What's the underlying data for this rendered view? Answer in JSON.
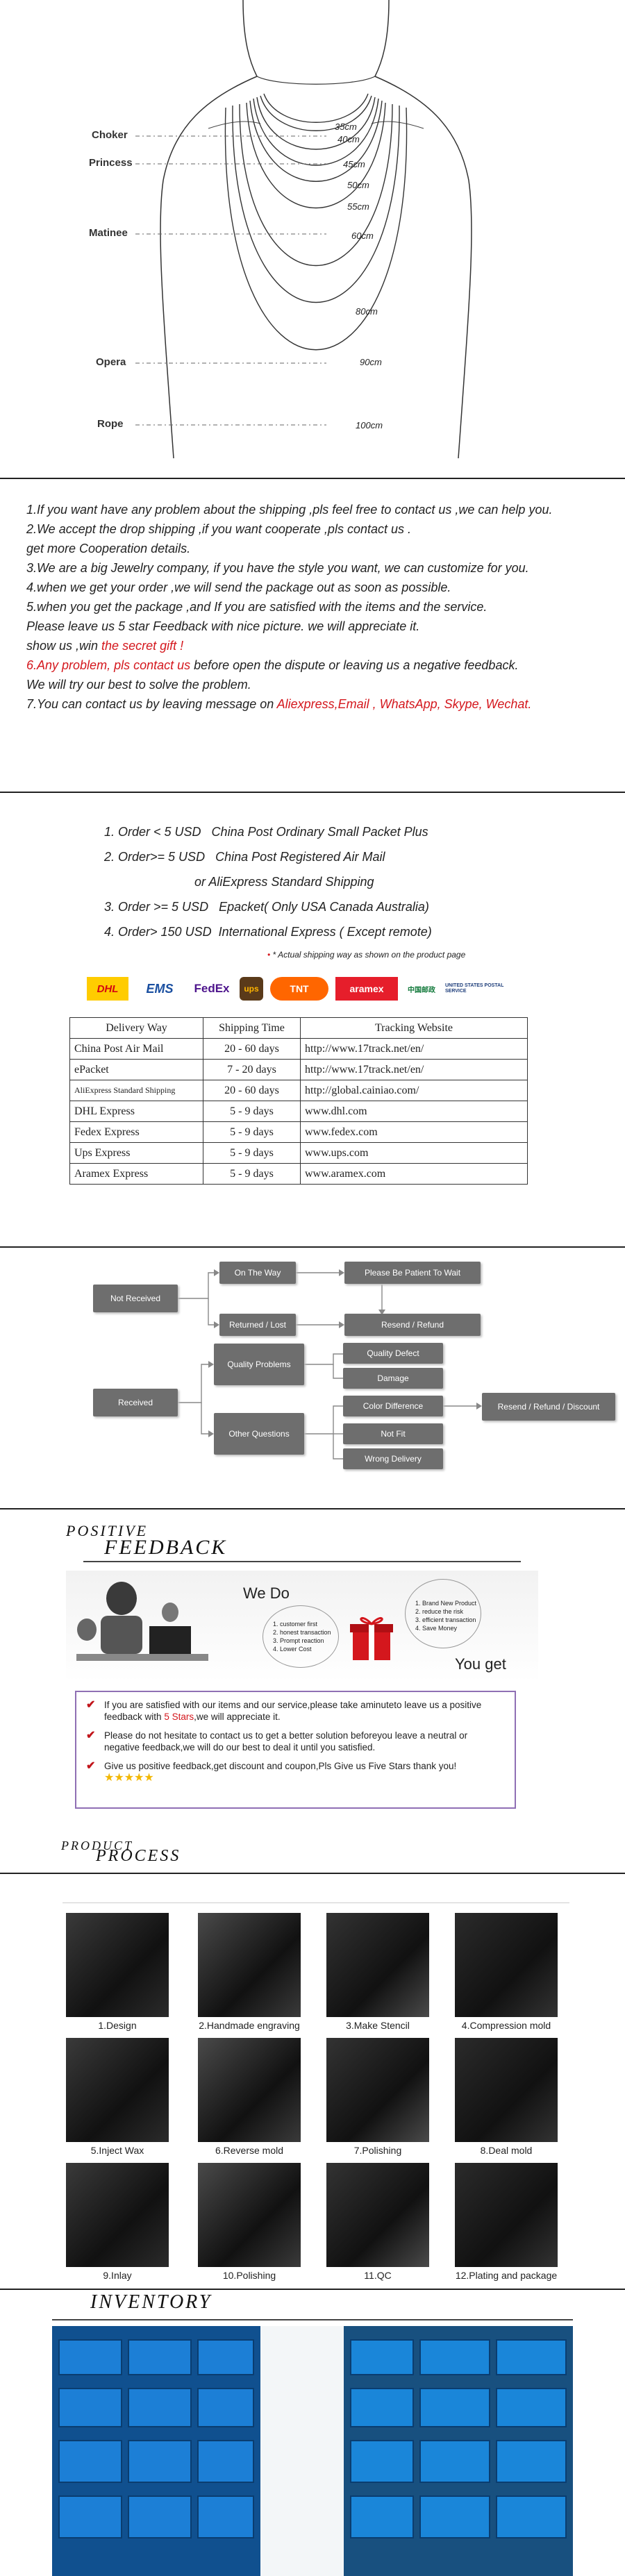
{
  "necklace_chart": {
    "styles": [
      "Choker",
      "Princess",
      "Matinee",
      "Opera",
      "Rope"
    ],
    "lengths": [
      "35cm",
      "40cm",
      "45cm",
      "50cm",
      "55cm",
      "60cm",
      "80cm",
      "90cm",
      "100cm"
    ]
  },
  "policy": {
    "lines": [
      {
        "parts": [
          {
            "t": "1.If you want have any problem about the shipping ,pls feel free to contact us ,we can help you."
          }
        ]
      },
      {
        "parts": [
          {
            "t": "2.We accept the drop shipping ,if you want cooperate ,pls contact us ."
          }
        ]
      },
      {
        "parts": [
          {
            "t": "   get more Cooperation details."
          }
        ]
      },
      {
        "parts": [
          {
            "t": "3.We are a big Jewelry company, if you have the style you want, we can customize for you."
          }
        ]
      },
      {
        "parts": [
          {
            "t": "4.when we get your order ,we will send the  package out as soon as possible."
          }
        ]
      },
      {
        "parts": [
          {
            "t": "5.when you get the package ,and If you are satisfied with the items and the service."
          }
        ]
      },
      {
        "parts": [
          {
            "t": "Please leave us 5 star Feedback with nice picture. we will appreciate it."
          }
        ]
      },
      {
        "parts": [
          {
            "t": "show us ,win "
          },
          {
            "t": "the secret gift !",
            "red": true
          }
        ]
      },
      {
        "parts": [
          {
            "t": "6.",
            "red": true
          },
          {
            "t": "Any problem, pls contact us",
            "red": true
          },
          {
            "t": " before open the dispute or leaving us a negative feedback."
          }
        ]
      },
      {
        "parts": [
          {
            "t": " We will try our best to solve  the problem."
          }
        ]
      },
      {
        "parts": [
          {
            "t": "7.You can contact us by leaving message on "
          },
          {
            "t": "Aliexpress,Email , WhatsApp, Skype, Wechat.",
            "red": true
          }
        ]
      }
    ]
  },
  "shipping": {
    "lines": [
      "1. Order < 5 USD   China Post Ordinary Small Packet Plus",
      "2. Order>= 5 USD   China Post Registered Air Mail",
      "                          or AliExpress Standard Shipping",
      "3. Order >= 5 USD   Epacket( Only USA Canada Australia)",
      "4. Order> 150 USD  International Express ( Except remote)"
    ],
    "note": "* Actual shipping way as shown on the product page",
    "logos": [
      "DHL",
      "EMS",
      "FedEx",
      "ups",
      "TNT",
      "aramex",
      "中国邮政",
      "UNITED STATES POSTAL SERVICE"
    ],
    "headers": [
      "Delivery Way",
      "Shipping Time",
      "Tracking Website"
    ],
    "rows": [
      [
        "China Post Air Mail",
        "20 - 60 days",
        "http://www.17track.net/en/"
      ],
      [
        "ePacket",
        "7 - 20 days",
        "http://www.17track.net/en/"
      ],
      [
        "AliExpress Standard Shipping",
        "20 - 60 days",
        "http://global.cainiao.com/"
      ],
      [
        "DHL Express",
        "5 - 9 days",
        "www.dhl.com"
      ],
      [
        "Fedex Express",
        "5 - 9 days",
        "www.fedex.com"
      ],
      [
        "Ups Express",
        "5 - 9 days",
        "www.ups.com"
      ],
      [
        "Aramex Express",
        "5 - 9 days",
        "www.aramex.com"
      ]
    ]
  },
  "flow": {
    "not_received": "Not Received",
    "on_the_way": "On The Way",
    "be_patient": "Please Be Patient To Wait",
    "returned_lost": "Returned / Lost",
    "resend_refund": "Resend / Refund",
    "received": "Received",
    "quality_problems": "Quality Problems",
    "quality_defect": "Quality Defect",
    "damage": "Damage",
    "other_questions": "Other Questions",
    "color_difference": "Color Difference",
    "not_fit": "Not Fit",
    "wrong_delivery": "Wrong Delivery",
    "resend_refund_discount": "Resend / Refund / Discount"
  },
  "feedback": {
    "title1": "POSITIVE",
    "title2": "FEEDBACK",
    "we_do": "We Do",
    "we_do_list": [
      "1. customer first",
      "2. honest transaction",
      "3. Prompt reaction",
      "4. Lower Cost"
    ],
    "you_get": "You get",
    "you_get_list": [
      "1. Brand New Product",
      "2. reduce the risk",
      "3. efficient transaction",
      "4. Save Money"
    ],
    "items": [
      {
        "parts": [
          {
            "t": "If you are satisfied with our items and our service,please take aminuteto leave us a positive feedback with "
          },
          {
            "t": "5 Stars",
            "red": true
          },
          {
            "t": ",we will appreciate it."
          }
        ]
      },
      {
        "parts": [
          {
            "t": "Please do not hesitate to contact us to get a better solution beforeyou leave a neutral or negative feedback,we will do our best to deal it until you satisfied."
          }
        ]
      },
      {
        "parts": [
          {
            "t": "Give us positive feedback,get discount and coupon,Pls Give us Five Stars thank you!"
          }
        ]
      }
    ]
  },
  "process": {
    "title1": "PRODUCT",
    "title2": "PROCESS",
    "steps": [
      "1.Design",
      "2.Handmade engraving",
      "3.Make Stencil",
      "4.Compression mold",
      "5.Inject Wax",
      "6.Reverse mold",
      "7.Polishing",
      "8.Deal mold",
      "9.Inlay",
      "10.Polishing",
      "11.QC",
      "12.Plating and package"
    ]
  },
  "inventory": {
    "title": "INVENTORY"
  },
  "colors": {
    "accent_red": "#d4171d",
    "box_gray": "#6e6e6e",
    "feedback_border": "#8f6fb4",
    "shelf_blue": "#1c7fd6"
  }
}
